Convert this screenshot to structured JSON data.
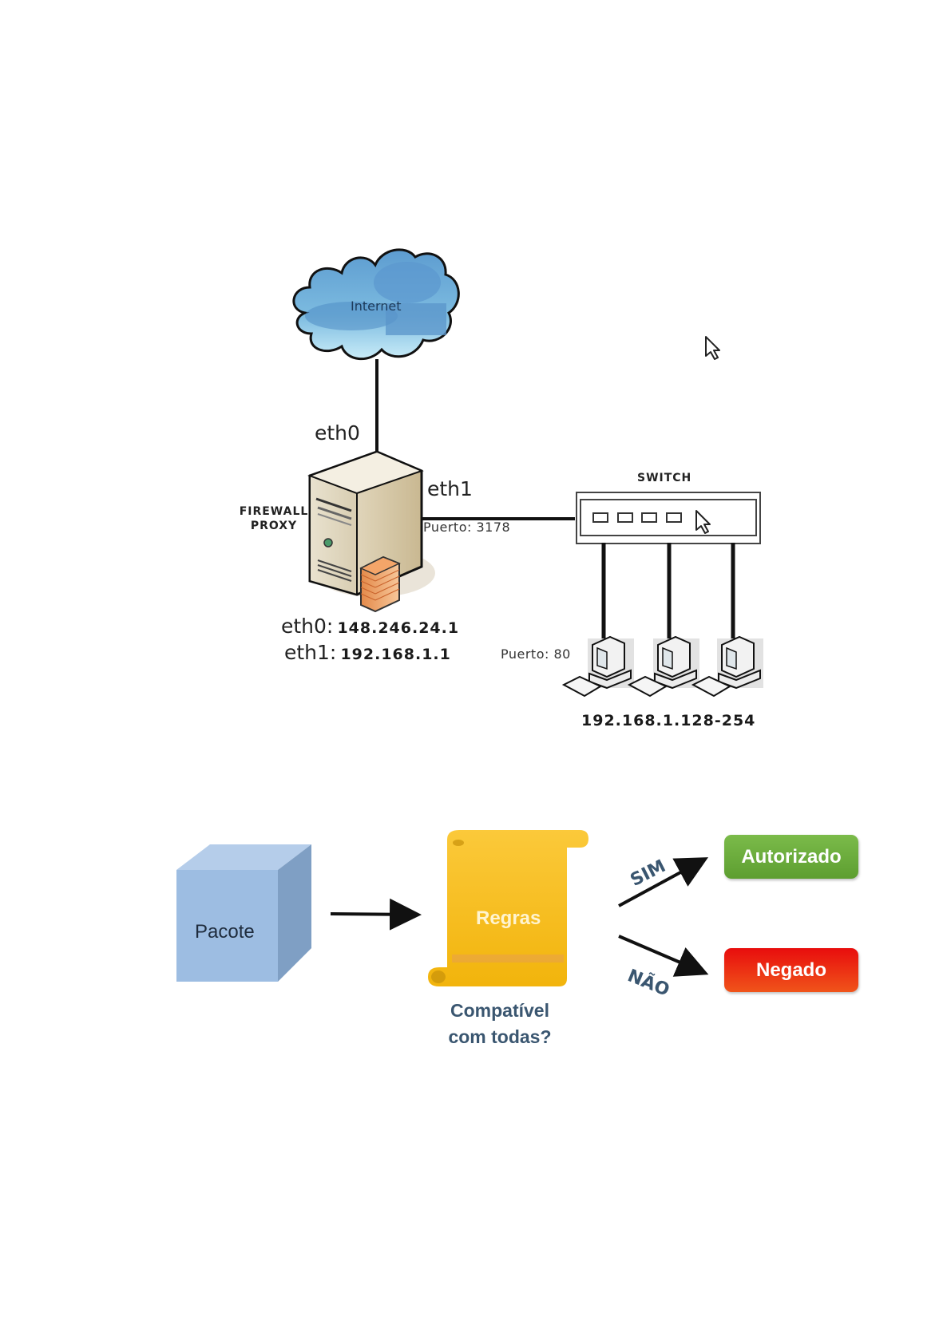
{
  "network_diagram": {
    "cloud": {
      "label": "Internet",
      "icon": "cloud-icon"
    },
    "firewall": {
      "label_line1": "FIREWALL",
      "label_line2": "PROXY",
      "icon": "server-firewall-icon"
    },
    "links": {
      "eth0_label": "eth0",
      "eth1_label": "eth1",
      "eth1_port": "Puerto: 3178",
      "clients_port": "Puerto: 80"
    },
    "firewall_ips": [
      {
        "iface": "eth0:",
        "ip": "148.246.24.1"
      },
      {
        "iface": "eth1:",
        "ip": "192.168.1.1"
      }
    ],
    "switch": {
      "label": "SWITCH",
      "port_count": 4
    },
    "clients": {
      "count": 3,
      "ip_range": "192.168.1.128-254",
      "icon": "desktop-computer-icon"
    },
    "cursors": [
      "mouse-pointer-icon",
      "mouse-pointer-icon"
    ]
  },
  "packet_flow": {
    "packet": {
      "label": "Pacote",
      "color": "#9dbde2"
    },
    "rules": {
      "label": "Regras",
      "watermark": "",
      "color": "#f6bb16"
    },
    "question": {
      "line1": "Compatível",
      "line2": "com todas?",
      "color": "#3a5670"
    },
    "yes": {
      "label": "SIM",
      "result": "Autorizado",
      "color": "#6aaa3a"
    },
    "no": {
      "label": "NÃO",
      "result": "Negado",
      "color": "#e81d0f"
    }
  }
}
